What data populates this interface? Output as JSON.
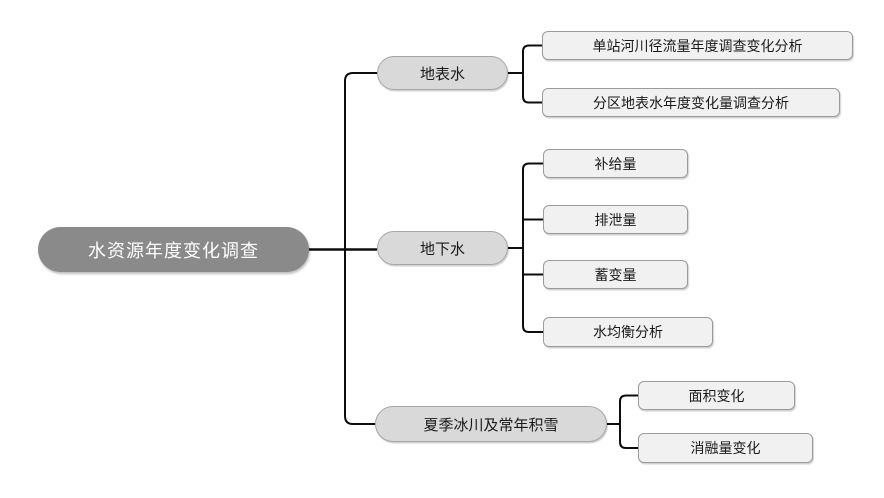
{
  "root": {
    "label": "水资源年度变化调查"
  },
  "branches": [
    {
      "label": "地表水",
      "children": [
        {
          "label": "单站河川径流量年度调查变化分析"
        },
        {
          "label": "分区地表水年度变化量调查分析"
        }
      ]
    },
    {
      "label": "地下水",
      "children": [
        {
          "label": "补给量"
        },
        {
          "label": "排泄量"
        },
        {
          "label": "蓄变量"
        },
        {
          "label": "水均衡分析"
        }
      ]
    },
    {
      "label": "夏季冰川及常年积雪",
      "children": [
        {
          "label": "面积变化"
        },
        {
          "label": "消融量变化"
        }
      ]
    }
  ],
  "colors": {
    "root_fill": "#8a8a8a",
    "root_text": "#ffffff",
    "branch_fill": "#d9d9d9",
    "branch_border": "#a6a6a6",
    "leaf_fill": "#f1f1f1",
    "leaf_border": "#9b9b9b",
    "connector": "#0d0d0d",
    "background": "#ffffff"
  }
}
